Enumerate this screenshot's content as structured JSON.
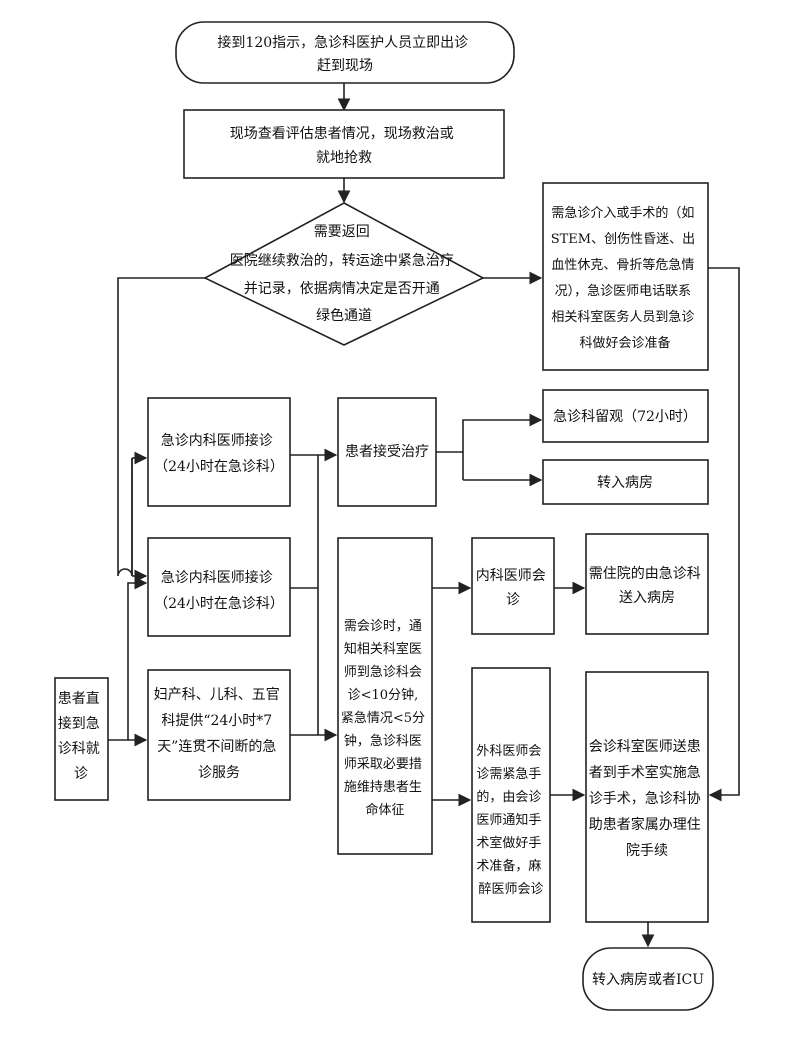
{
  "nodes": {
    "dispatch": [
      "接到120指示，急诊科医护人员立即出诊",
      "赶到现场"
    ],
    "onsite": [
      "现场查看评估患者情况，现场救治或",
      "就地抢救"
    ],
    "decision": [
      "需要返回",
      "医院继续救治的，转运途中紧急治疗",
      "并记录，依据病情决定是否开通",
      "绿色通道"
    ],
    "surgery_prep": [
      "需急诊介入或手术的（如",
      "STEM、创伤性昏迷、出",
      "血性休克、骨折等危急情",
      "况），急诊医师电话联系",
      "相关科室医务人员到急诊",
      "科做好会诊准备"
    ],
    "internal_1": [
      "急诊内科医师接诊",
      "（24小时在急诊科）"
    ],
    "internal_2": [
      "急诊内科医师接诊",
      "（24小时在急诊科）"
    ],
    "specialty": [
      "妇产科、儿科、五官",
      "科提供“24小时*7",
      "天”连贯不间断的急",
      "诊服务"
    ],
    "walk_in": [
      "患者直",
      "接到急",
      "诊科就",
      "诊"
    ],
    "treatment": [
      "患者接受治疗"
    ],
    "observe": [
      "急诊科留观（72小时）"
    ],
    "transfer_ward": [
      "转入病房"
    ],
    "consult": [
      "需会诊时，通",
      "知相关科室医",
      "师到急诊科会",
      "诊<10分钟,",
      "紧急情况<5分",
      "钟，急诊科医",
      "师采取必要措",
      "施维持患者生",
      "命体征"
    ],
    "internal_consult": [
      "内科医师会",
      "诊"
    ],
    "admit": [
      "需住院的由急诊科",
      "送入病房"
    ],
    "surgical_consult": [
      "外科医师会",
      "诊需紧急手",
      "的，由会诊",
      "医师通知手",
      "术室做好手",
      "术准备，麻",
      "醉医师会诊"
    ],
    "surgery": [
      "会诊科室医师送患",
      "者到手术室实施急",
      "诊手术，急诊科协",
      "助患者家属办理住",
      "院手续"
    ],
    "final": [
      "转入病房或者ICU"
    ]
  }
}
